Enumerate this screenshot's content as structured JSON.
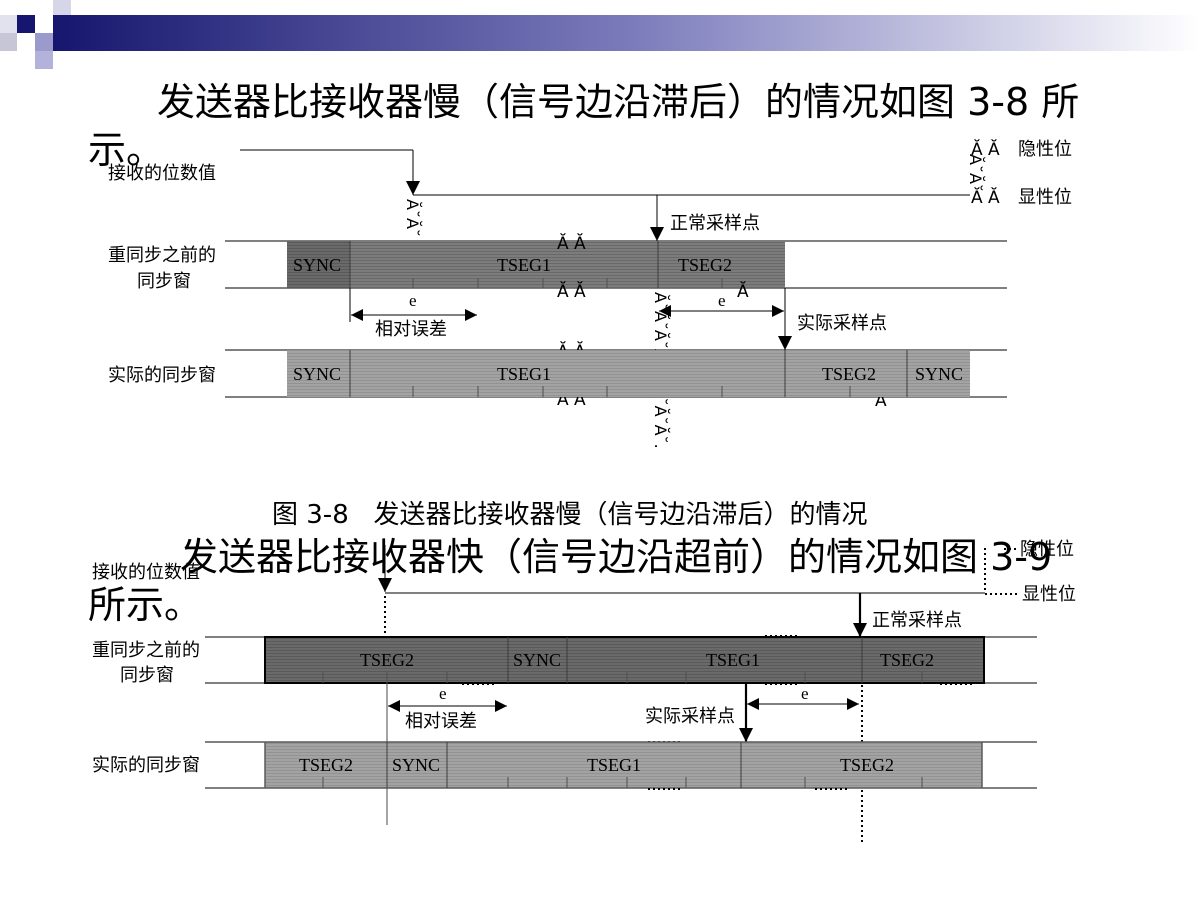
{
  "theme": {
    "header_navy": "#16166e",
    "window_before_fill": "#7c7c7c",
    "window_actual_fill": "#a3a3a3"
  },
  "section_1": {
    "title_line1": "发送器比接收器慢（信号边沿滞后）的情况如图 3-8 所",
    "title_line2": "示。"
  },
  "figure_3_8": {
    "received_bits_label": "接收的位数值",
    "legend": {
      "recessive_symbol": "Ă Ă",
      "recessive_label": "隐性位",
      "dominant_symbol": "Ă Ă",
      "dominant_label": "显性位",
      "between_symbol": "Ă˘Ă˘"
    },
    "edge_symbol": "Ă˘Ă˘",
    "normal_sample_label": "正常采样点",
    "actual_sample_label": "实际采样点",
    "row_before_label_line1": "重同步之前的",
    "row_before_label_line2": "同步窗",
    "row_actual_label": "实际的同步窗",
    "window_before": [
      "SYNC",
      "TSEG1",
      "TSEG2"
    ],
    "window_actual": [
      "SYNC",
      "TSEG1",
      "TSEG2",
      "SYNC"
    ],
    "error_symbol": "e",
    "relative_error_label": "相对误差",
    "stray_symbols": [
      "Ă Ă",
      "Ă Ă",
      "Ă Ă",
      "Ă Ă",
      "Ă",
      "Ă"
    ],
    "sample_shift_symbols": "Ă˘Ă˘Ă˘Ă˘Ă˘Ă˘Ă˘Ă˘.",
    "caption": "图 3-8   发送器比接收器慢（信号边沿滞后）的情况"
  },
  "section_2": {
    "title_line1": "发送器比接收器快（信号边沿超前）的情况如图 3-9",
    "title_line2": "所示。"
  },
  "figure_3_9": {
    "received_bits_label": "接收的位数值",
    "legend": {
      "recessive_label": "隐性位",
      "dominant_label": "显性位"
    },
    "normal_sample_label": "正常采样点",
    "actual_sample_label": "实际采样点",
    "row_before_label_line1": "重同步之前的",
    "row_before_label_line2": "同步窗",
    "row_actual_label": "实际的同步窗",
    "window_before": [
      "TSEG2",
      "SYNC",
      "TSEG1",
      "TSEG2"
    ],
    "window_actual": [
      "TSEG2",
      "SYNC",
      "TSEG1",
      "TSEG2"
    ],
    "error_symbol": "e",
    "relative_error_label": "相对误差"
  }
}
